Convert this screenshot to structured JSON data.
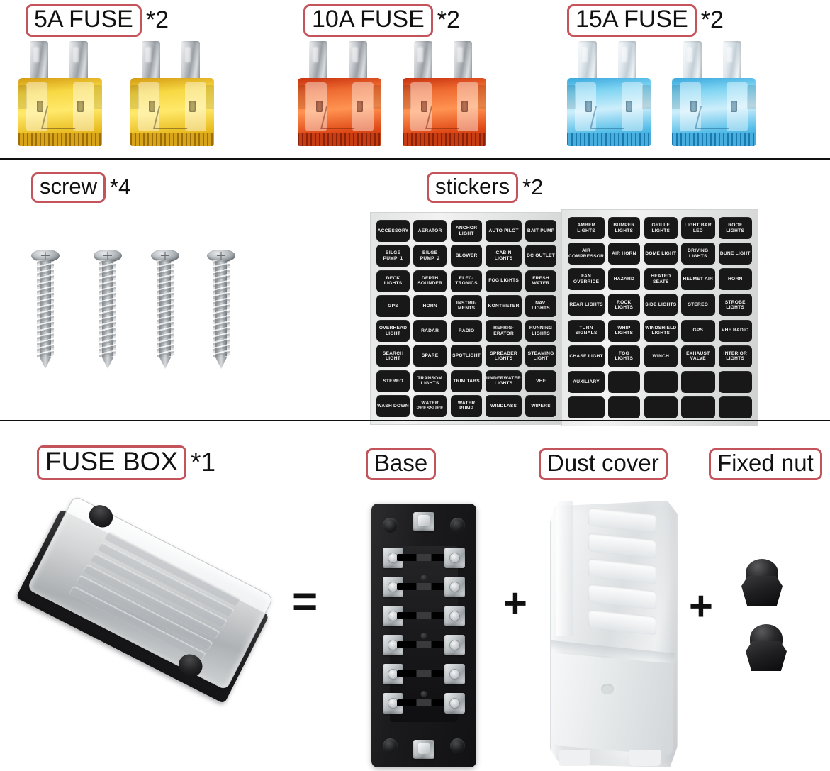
{
  "sections": {
    "fuses": {
      "items": [
        {
          "label": "5A FUSE",
          "qty": "*2",
          "color": "#f2cf2e",
          "count": 2
        },
        {
          "label": "10A FUSE",
          "qty": "*2",
          "color": "#e5501c",
          "count": 2
        },
        {
          "label": "15A FUSE",
          "qty": "*2",
          "color": "#5cc2ea",
          "count": 2
        }
      ]
    },
    "hardware": {
      "screw": {
        "label": "screw",
        "qty": "*4",
        "count": 4
      },
      "stickers": {
        "label": "stickers",
        "qty": "*2",
        "count": 2
      }
    },
    "fusebox": {
      "label": "FUSE BOX",
      "qty": "*1",
      "equals": "=",
      "plus": "+",
      "parts": [
        {
          "label": "Base"
        },
        {
          "label": "Dust cover"
        },
        {
          "label": "Fixed nut"
        }
      ]
    }
  },
  "sticker_sheets": [
    {
      "name": "marine-sticker-sheet",
      "left_column": [
        [
          "ACCESSORY",
          "AERATOR"
        ],
        [
          "BILGE PUMP_1",
          "BILGE PUMP_2"
        ],
        [
          "DECK LIGHTS",
          "DEPTH SOUNDER"
        ],
        [
          "GPS",
          "HORN"
        ],
        [
          "OVERHEAD LIGHT",
          "RADAR"
        ],
        [
          "SEARCH LIGHT",
          "SPARE"
        ],
        [
          "STEREO",
          "TRANSOM LIGHTS"
        ],
        [
          "WASH DOWN",
          "WATER PRESSURE"
        ]
      ],
      "right_column": [
        [
          "ANCHOR LIGHT",
          "AUTO PILOT",
          "BAIT PUMP"
        ],
        [
          "BLOWER",
          "CABIN LIGHTS",
          "DC OUTLET"
        ],
        [
          "ELEC- TRONICS",
          "FOG LIGHTS",
          "FRESH WATER"
        ],
        [
          "INSTRU- MENTS",
          "KONTMETER",
          "NAV. LIGHTS"
        ],
        [
          "RADIO",
          "REFRIG- ERATOR",
          "RUNNING LIGHTS"
        ],
        [
          "SPOTLIGHT",
          "SPREADER LIGHTS",
          "STEAMING LIGHT"
        ],
        [
          "TRIM TABS",
          "UNDERWATER LIGHTS",
          "VHF"
        ],
        [
          "WATER PUMP",
          "WINDLASS",
          "WIPERS"
        ]
      ]
    },
    {
      "name": "automotive-sticker-sheet",
      "left_column": [
        [
          "AMBER LIGHTS",
          "BUMPER LIGHTS"
        ],
        [
          "AIR COMPRESSOR",
          "AIR HORN"
        ],
        [
          "FAN OVERRIDE",
          "HAZARD"
        ],
        [
          "REAR LIGHTS",
          "ROCK LIGHTS"
        ],
        [
          "TURN SIGNALS",
          "WHIP LIGHTS"
        ],
        [
          "CHASE LIGHT",
          "FOG LIGHTS"
        ],
        [
          "AUXILIARY",
          ""
        ],
        [
          "",
          ""
        ]
      ],
      "right_column": [
        [
          "GRILLE LIGHTS",
          "LIGHT BAR LED",
          "ROOF LIGHTS"
        ],
        [
          "DOME LIGHT",
          "DRIVING LIGHTS",
          "DUNE LIGHT"
        ],
        [
          "HEATED SEATS",
          "HELMET AIR",
          "HORN"
        ],
        [
          "SIDE LIGHTS",
          "STEREO",
          "STROBE LIGHTS"
        ],
        [
          "WINDSHIELD LIGHTS",
          "GPS",
          "VHF RADIO"
        ],
        [
          "WINCH",
          "EXHAUST VALVE",
          "INTERIOR LIGHTS"
        ],
        [
          "",
          "",
          ""
        ],
        [
          "",
          "",
          ""
        ]
      ]
    }
  ],
  "colors": {
    "caption_border": "#c4545c",
    "text": "#111111",
    "divider": "#111111",
    "sticker_label_bg": "#181818",
    "sticker_sheet_bg": "#e2e3e3",
    "fuse_yellow": "#f2cf2e",
    "fuse_red": "#e5501c",
    "fuse_blue": "#5cc2ea"
  }
}
